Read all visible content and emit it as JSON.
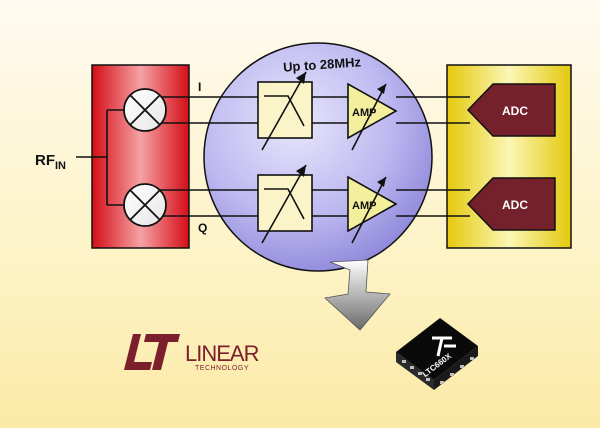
{
  "diagram": {
    "input_label": "RF",
    "input_subscript": "IN",
    "channel_i_label": "I",
    "channel_q_label": "Q",
    "bandwidth_label": "Up to 28MHz",
    "amp_label": "AMP",
    "adc_label": "ADC",
    "chip_label": "LTC660X"
  },
  "brand": {
    "name": "LINEAR",
    "tagline": "TECHNOLOGY"
  },
  "colors": {
    "background": "#fdf3c6",
    "mixer_block": "#e8191f",
    "adc_block": "#f0e019",
    "adc_fill": "#74212c",
    "bubble": "#b7b2f0",
    "filter_fill": "#fbf4c9",
    "amp_fill": "#f4ef9c",
    "logo": "#7a1f2b"
  }
}
